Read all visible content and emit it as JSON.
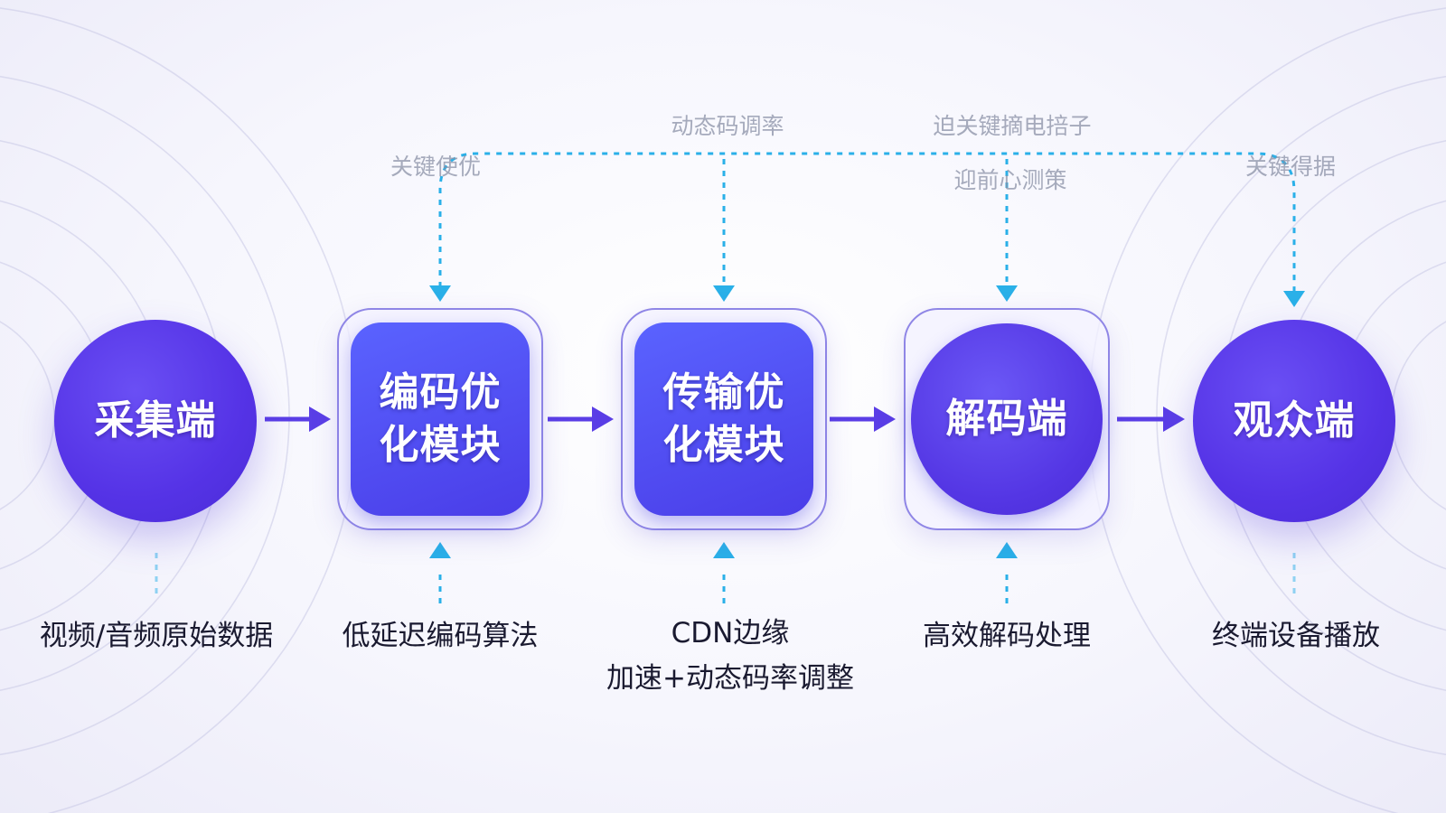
{
  "nodes": [
    {
      "id": "capture",
      "label": "采集端"
    },
    {
      "id": "encode",
      "label": "编码优化模块"
    },
    {
      "id": "transmit",
      "label": "传输优化模块"
    },
    {
      "id": "decode",
      "label": "解码端"
    },
    {
      "id": "viewer",
      "label": "观众端"
    }
  ],
  "captions": {
    "capture": "视频/音频原始数据",
    "encode": "低延迟编码算法",
    "transmit_line1": "CDN边缘",
    "transmit_line2": "加速+动态码率调整",
    "decode": "高效解码处理",
    "viewer": "终端设备播放"
  },
  "ghost_labels": {
    "top_left": "关键使优",
    "top_center": "动态码调率",
    "top_right_a": "迫关键摘电掊子",
    "top_right_b": "迎前心测策",
    "top_far_right": "关键得据"
  },
  "colors": {
    "node_primary": "#5533e6",
    "module_fill": "#4f4cf0",
    "flow_arrow": "#5a3ee6",
    "feedback_line": "#2ab0e8",
    "caption_text": "#1a1a30"
  }
}
